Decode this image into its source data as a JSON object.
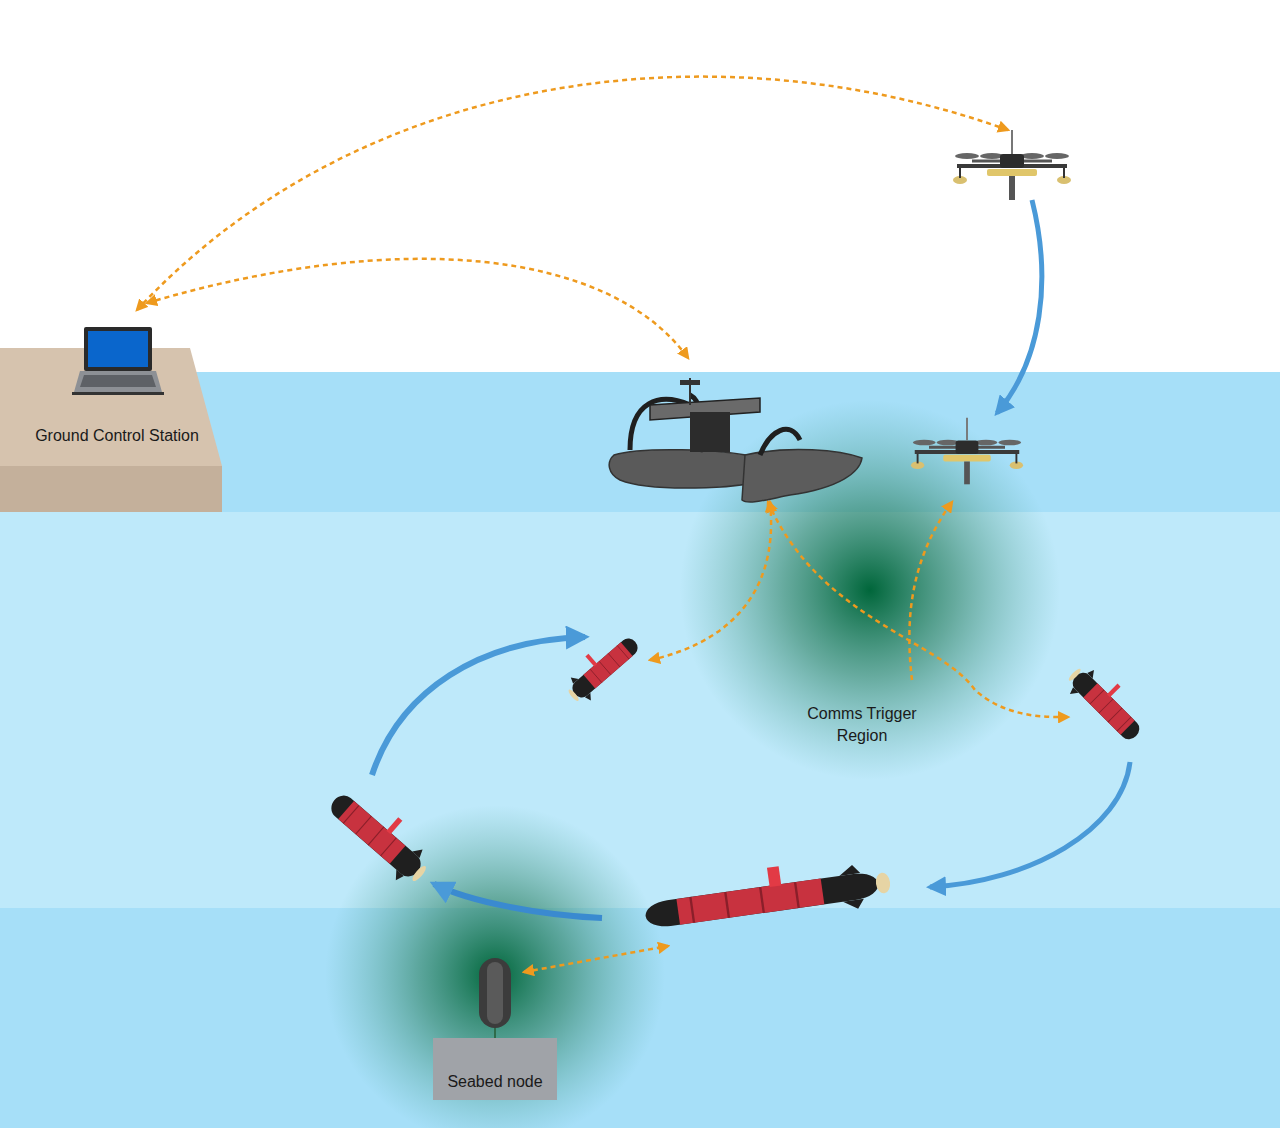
{
  "diagram": {
    "nodes": [
      {
        "text": [
          "Ground Control Station"
        ]
      },
      {
        "text": [
          "Comms Trigger Region"
        ]
      },
      {
        "text": [
          "Seabed node"
        ]
      }
    ]
  }
}
